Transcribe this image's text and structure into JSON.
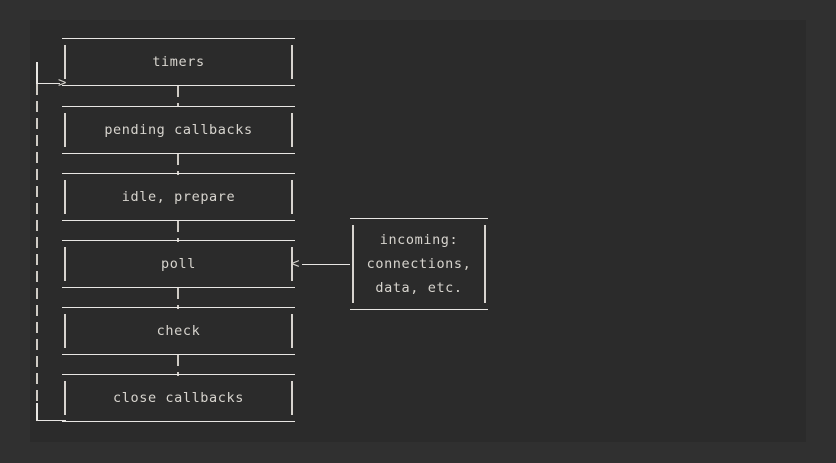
{
  "diagram": {
    "title": "nodejs-event-loop-phases",
    "type": "ascii-flow-diagram",
    "background_color": "#303030",
    "panel_color": "#2b2b2b",
    "text_color": "#d7d4ce",
    "line_color": "#e8e6e3",
    "phases": [
      {
        "id": "timers",
        "label": "timers"
      },
      {
        "id": "pending-callbacks",
        "label": "pending callbacks"
      },
      {
        "id": "idle-prepare",
        "label": "idle, prepare"
      },
      {
        "id": "poll",
        "label": "poll"
      },
      {
        "id": "check",
        "label": "check"
      },
      {
        "id": "close-callbacks",
        "label": "close callbacks"
      }
    ],
    "side_note": {
      "id": "incoming",
      "line1": "incoming:",
      "line2": "connections,",
      "line3": "data, etc."
    },
    "arrows": {
      "loop_back_head": ">",
      "incoming_head": "<"
    }
  }
}
